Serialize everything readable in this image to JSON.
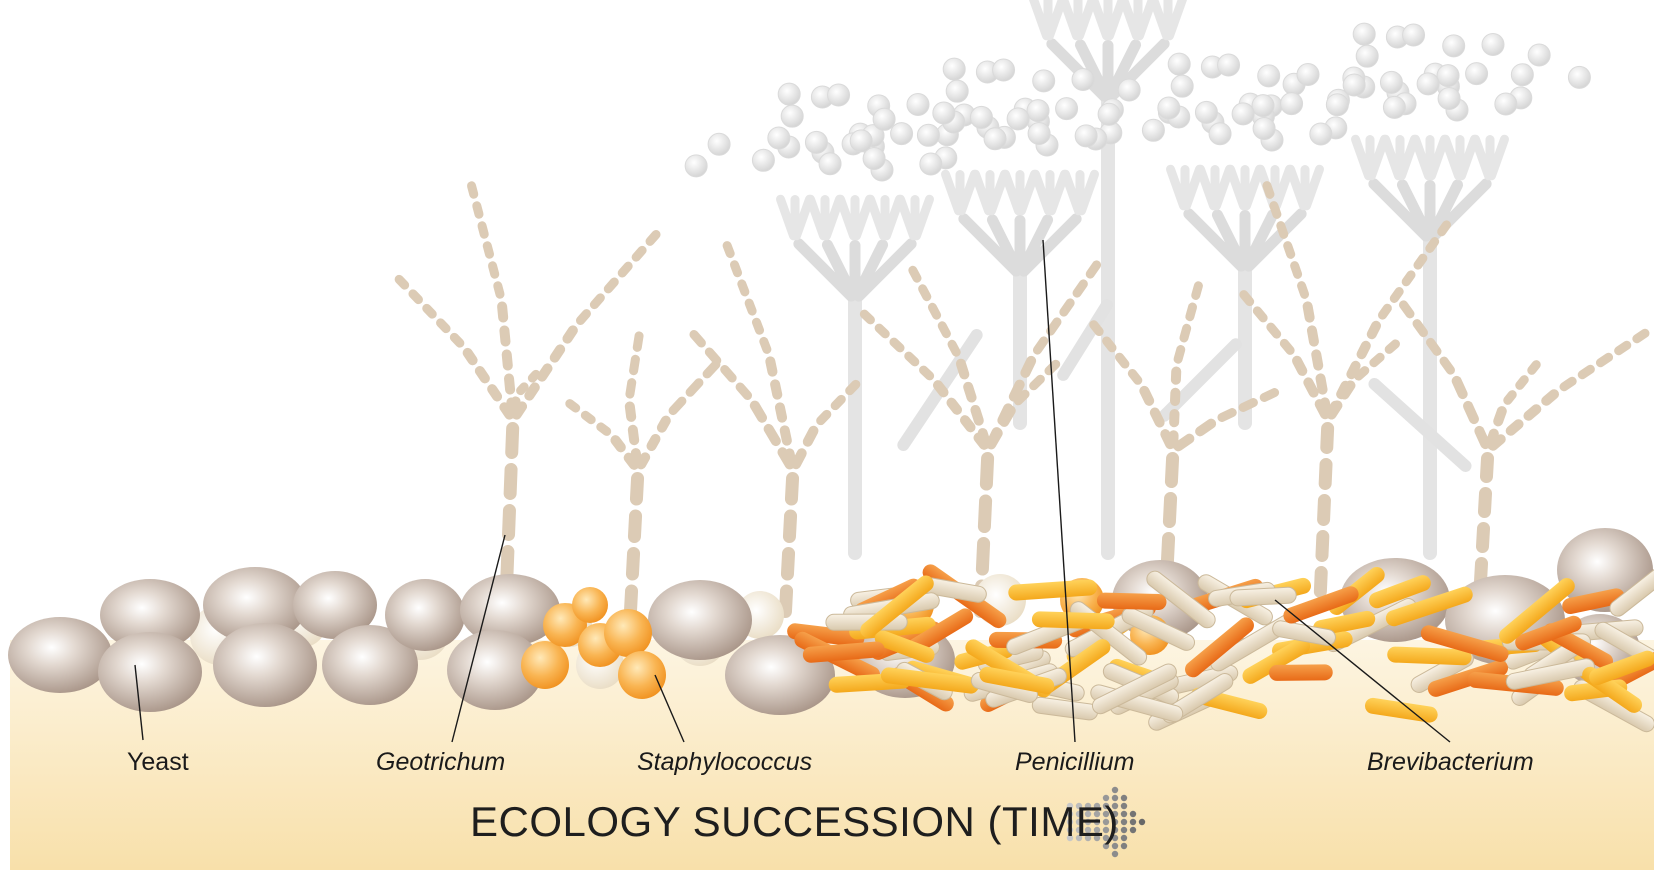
{
  "labels": {
    "yeast": "Yeast",
    "geotrichum": "Geotrichum",
    "staphylococcus": "Staphylococcus",
    "penicillium": "Penicillium",
    "brevibacterium": "Brevibacterium"
  },
  "title": "ECOLOGY SUCCESSION (TIME)",
  "colors": {
    "background": "#ffffff",
    "substrate_top": "#fdf3dc",
    "substrate_bottom": "#f7dfa6",
    "yeast": "#b6a79c",
    "geotrichum": "#dccbb5",
    "staphylococcus": "#f6a53a",
    "penicillium": "#d9d9d9",
    "brevibacterium_orange": "#f08a2a",
    "brevibacterium_yellow": "#f9b820",
    "brevibacterium_beige": "#e7dcc7"
  },
  "icons": [
    "arrow-icon"
  ]
}
